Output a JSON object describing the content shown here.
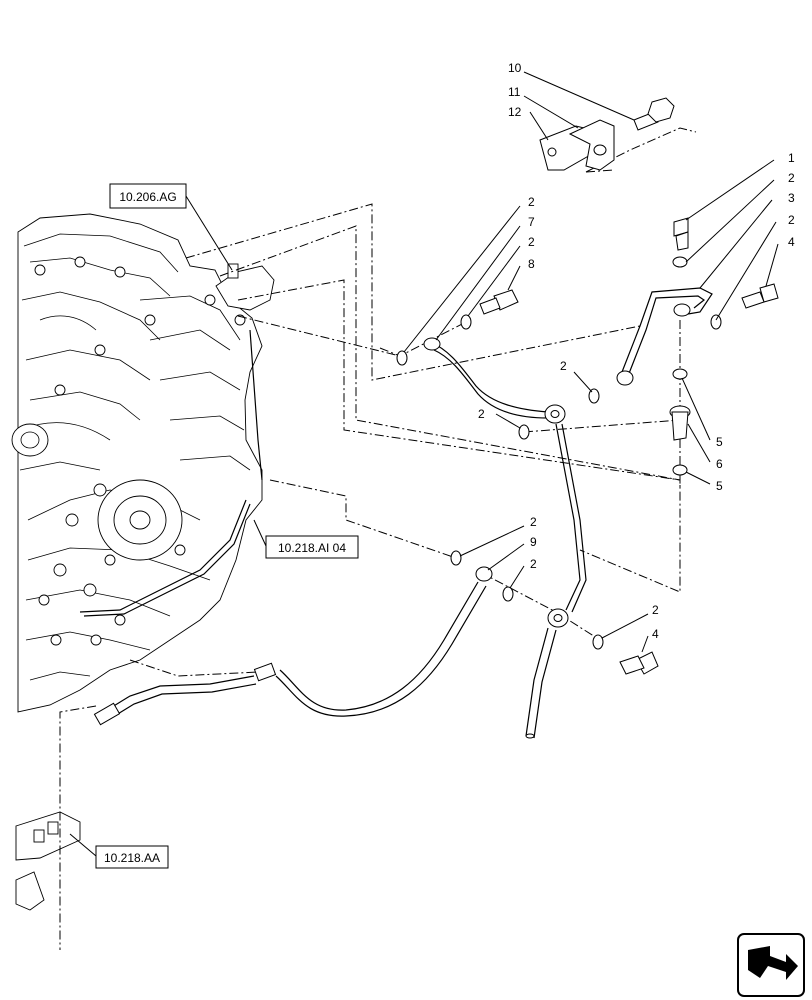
{
  "diagram": {
    "callouts": [
      {
        "id": "c10",
        "label": "10"
      },
      {
        "id": "c11",
        "label": "11"
      },
      {
        "id": "c12",
        "label": "12"
      },
      {
        "id": "c1",
        "label": "1"
      },
      {
        "id": "c2a",
        "label": "2"
      },
      {
        "id": "c3",
        "label": "3"
      },
      {
        "id": "c2b",
        "label": "2"
      },
      {
        "id": "c4a",
        "label": "4"
      },
      {
        "id": "c2c",
        "label": "2"
      },
      {
        "id": "c7",
        "label": "7"
      },
      {
        "id": "c2d",
        "label": "2"
      },
      {
        "id": "c8",
        "label": "8"
      },
      {
        "id": "c2e",
        "label": "2"
      },
      {
        "id": "c2f",
        "label": "2"
      },
      {
        "id": "c5a",
        "label": "5"
      },
      {
        "id": "c6",
        "label": "6"
      },
      {
        "id": "c5b",
        "label": "5"
      },
      {
        "id": "c2g",
        "label": "2"
      },
      {
        "id": "c9",
        "label": "9"
      },
      {
        "id": "c2h",
        "label": "2"
      },
      {
        "id": "c2i",
        "label": "2"
      },
      {
        "id": "c4b",
        "label": "4"
      }
    ],
    "references": [
      {
        "id": "ref-206",
        "label": "10.206.AG"
      },
      {
        "id": "ref-218ai",
        "label": "10.218.AI 04"
      },
      {
        "id": "ref-218aa",
        "label": "10.218.AA"
      }
    ],
    "nav_icon": "page-navigation-arrow-icon"
  }
}
